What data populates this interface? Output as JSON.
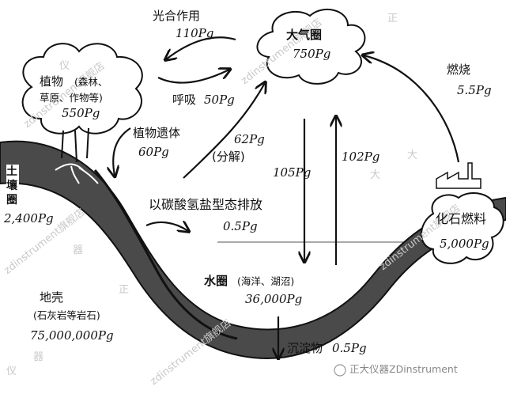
{
  "labels": {
    "photosynthesis": "光合作用",
    "photosynthesis_value": "110Pg",
    "atmosphere": "大气圈",
    "atmosphere_value": "750Pg",
    "plants": "植物",
    "plants_detail_1": "(森林、",
    "plants_detail_2": "草原、作物等)",
    "plants_value": "550Pg",
    "respiration": "呼吸",
    "respiration_value": "50Pg",
    "plant_remains": "植物遗体",
    "plant_remains_value": "60Pg",
    "decomposition_value": "62Pg",
    "decomposition": "(分解)",
    "ocean_uptake_value": "105Pg",
    "ocean_release_value": "102Pg",
    "combustion": "燃烧",
    "combustion_value": "5.5Pg",
    "soil": "土壤圈",
    "soil_value": "2,400Pg",
    "bicarbonate": "以碳酸氢盐型态排放",
    "bicarbonate_value": "0.5Pg",
    "fossil_fuels": "化石燃料",
    "fossil_fuels_value": "5,000Pg",
    "hydrosphere": "水圈",
    "hydrosphere_detail": "(海洋、湖沼)",
    "hydrosphere_value": "36,000Pg",
    "crust": "地壳",
    "crust_detail": "(石灰岩等岩石)",
    "crust_value": "75,000,000Pg",
    "sediment": "沉淀物",
    "sediment_value": "0.5Pg"
  },
  "watermark": {
    "brand_cn_1": "正",
    "brand_cn_2": "大",
    "brand_cn_3": "仪",
    "brand_cn_4": "器",
    "brand_en": "zdinstrument旗舰店",
    "footer": "正大仪器ZDinstrument"
  },
  "colors": {
    "soil_layer": "#4a4a4a",
    "outline": "#111111",
    "background": "#ffffff",
    "watermark": "#c9c9c9"
  }
}
